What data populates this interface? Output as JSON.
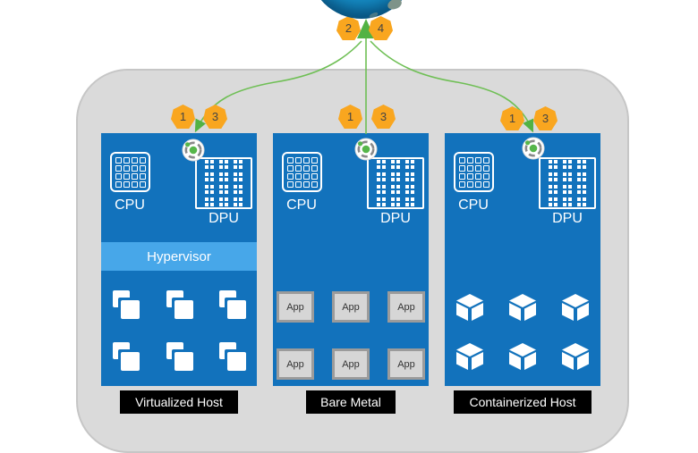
{
  "cloud": {
    "icon": "internet-globe",
    "badges": [
      {
        "label": "2"
      },
      {
        "label": "4"
      }
    ]
  },
  "hosts": [
    {
      "caption": "Virtualized Host",
      "cpu_label": "CPU",
      "dpu_label": "DPU",
      "middleware_label": "Hypervisor",
      "workload_icon": "virtual-machine",
      "workload_count": 6,
      "badges": [
        {
          "label": "1"
        },
        {
          "label": "3"
        }
      ]
    },
    {
      "caption": "Bare Metal",
      "cpu_label": "CPU",
      "dpu_label": "DPU",
      "app_label": "App",
      "workload_icon": "app-box",
      "workload_count": 6,
      "badges": [
        {
          "label": "1"
        },
        {
          "label": "3"
        }
      ]
    },
    {
      "caption": "Containerized Host",
      "cpu_label": "CPU",
      "dpu_label": "DPU",
      "workload_icon": "container-cube",
      "workload_count": 6,
      "badges": [
        {
          "label": "1"
        },
        {
          "label": "3"
        }
      ]
    }
  ],
  "colors": {
    "panel_blue": "#1272bc",
    "hypervisor_blue": "#47a7e9",
    "badge_orange": "#f9a61f",
    "connector_green": "#6fbf55",
    "arrow_green": "#52b244",
    "enclosure_gray": "#dadada",
    "caption_bg": "#000000"
  }
}
